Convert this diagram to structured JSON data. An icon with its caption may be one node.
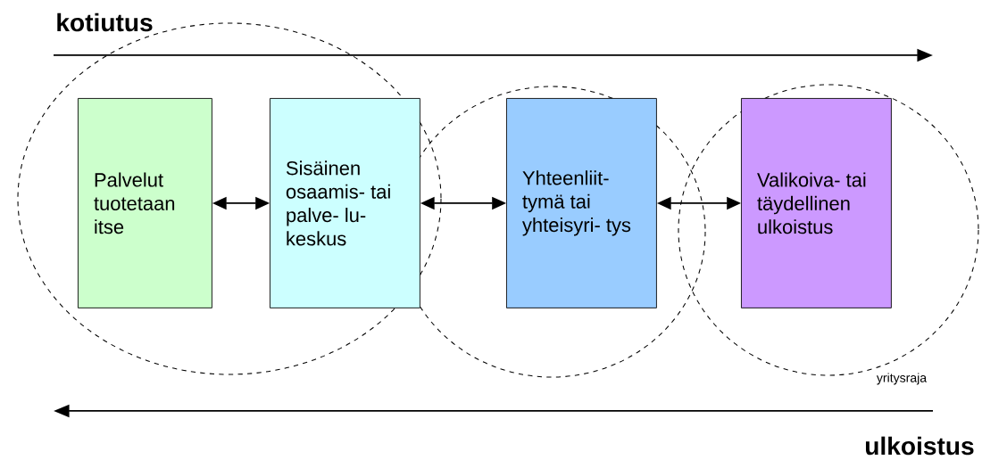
{
  "diagram": {
    "nodes": [
      {
        "text": [
          "Palvelut tuotetaan itse"
        ]
      },
      {
        "text": [
          "Sisäinen osaamis- tai palve- lu- keskus"
        ]
      },
      {
        "text": [
          "Yhteenliit- tymä tai yhteisyri- tys"
        ]
      },
      {
        "text": [
          "Valikoiva- tai täydellinen ulkoistus"
        ]
      }
    ],
    "edges": [
      {
        "from": 0,
        "to": 1,
        "arrow": "both"
      },
      {
        "from": 1,
        "to": 2,
        "arrow": "both"
      },
      {
        "from": 2,
        "to": 3,
        "arrow": "both"
      }
    ],
    "labels": [
      "kotiutus",
      "yritysraja",
      "ulkoistus"
    ]
  }
}
